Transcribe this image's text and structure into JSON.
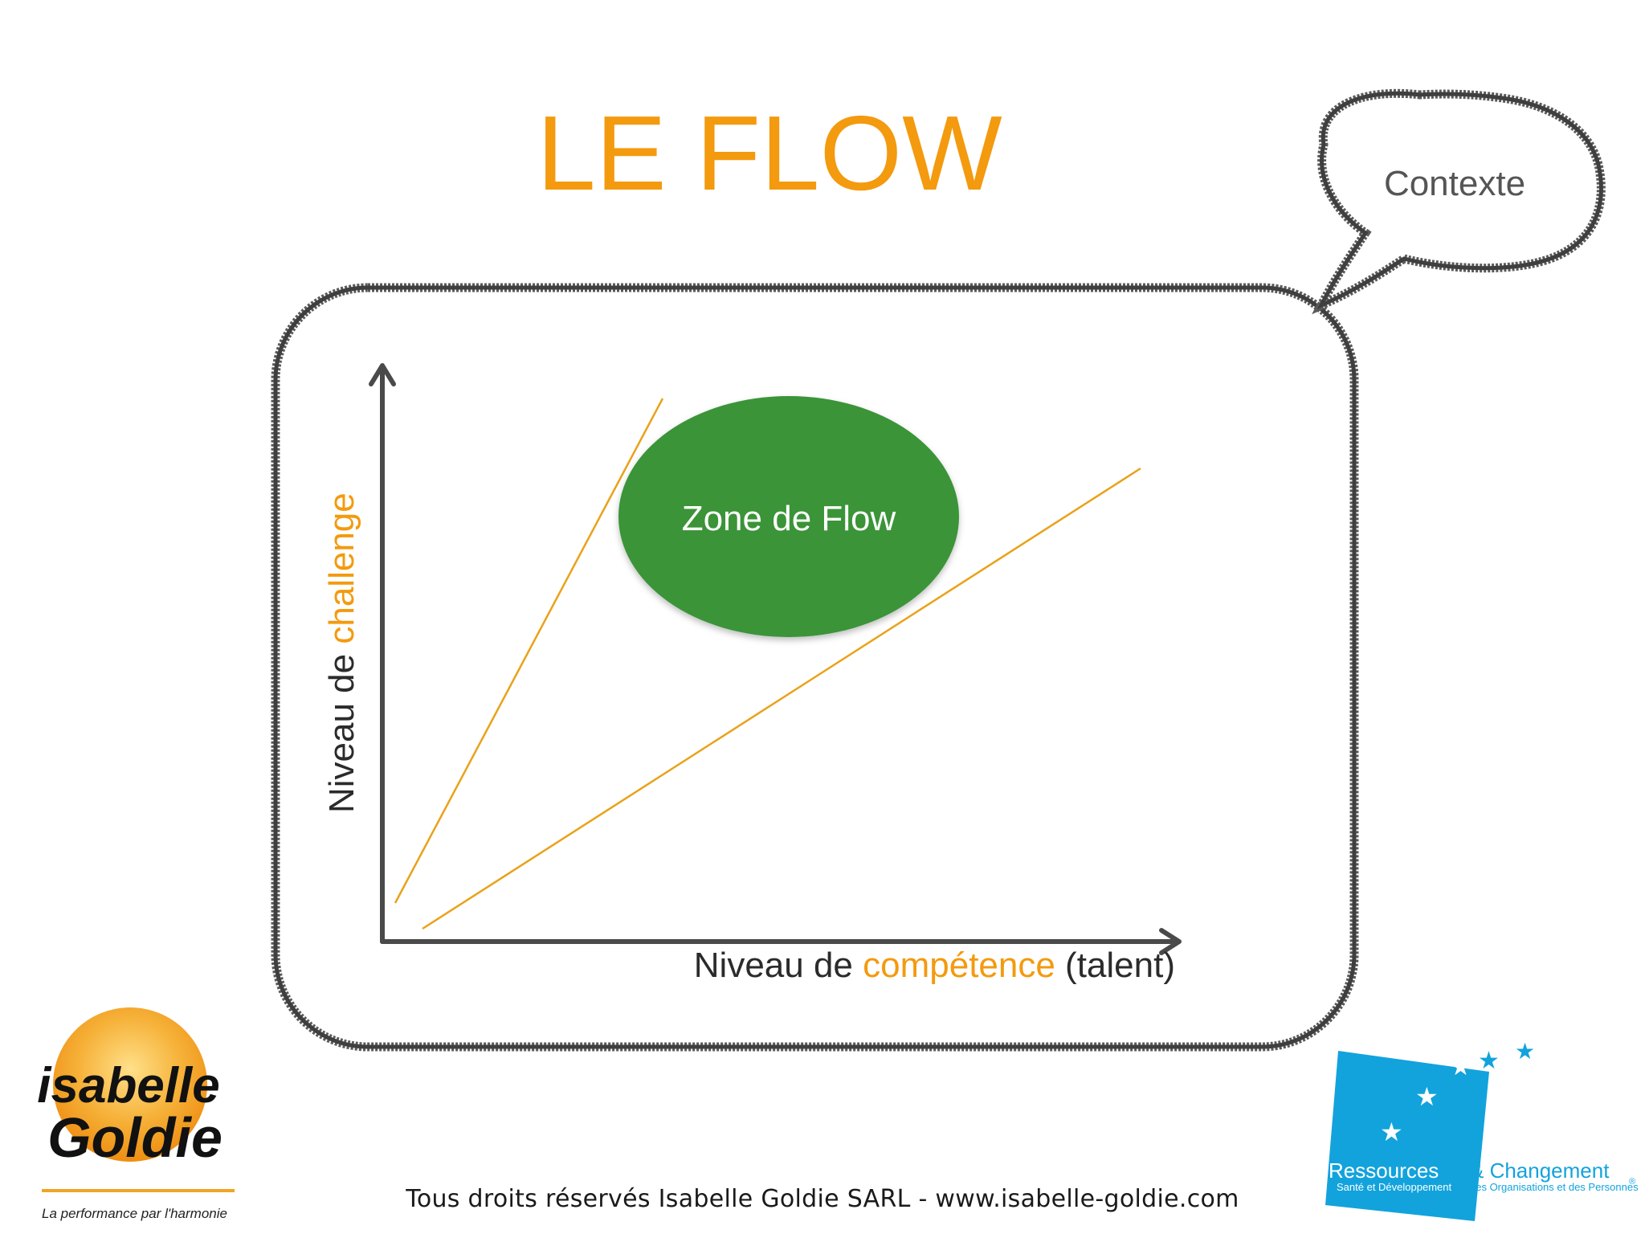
{
  "slide": {
    "title": "LE FLOW",
    "callout": "Contexte",
    "zone_label": "Zone de Flow",
    "y_axis": {
      "prefix": "Niveau de ",
      "highlight": "challenge"
    },
    "x_axis": {
      "prefix": "Niveau de ",
      "highlight": "compétence",
      "suffix": " (talent)"
    }
  },
  "logos": {
    "left": {
      "line1": "isabelle",
      "line2": "Goldie",
      "tagline": "La performance par l'harmonie"
    },
    "right": {
      "name_part1": "Ressources",
      "name_part2": "& Changement",
      "sub_part1": "Santé et Développement",
      "sub_part2": "des Organisations et des Personnes",
      "registered": "®"
    }
  },
  "footer": {
    "text": "Tous droits réservés Isabelle Goldie SARL - www.isabelle-goldie.com"
  },
  "colors": {
    "title": "#F39A0E",
    "highlight": "#F39A0E",
    "zone_fill": "#3A9438",
    "frame": "#555555",
    "axis": "#4A4A4A",
    "boundary_lines": "#E9A21A",
    "logo_blue": "#12A3DC",
    "logo_sun": "#F2A423"
  }
}
